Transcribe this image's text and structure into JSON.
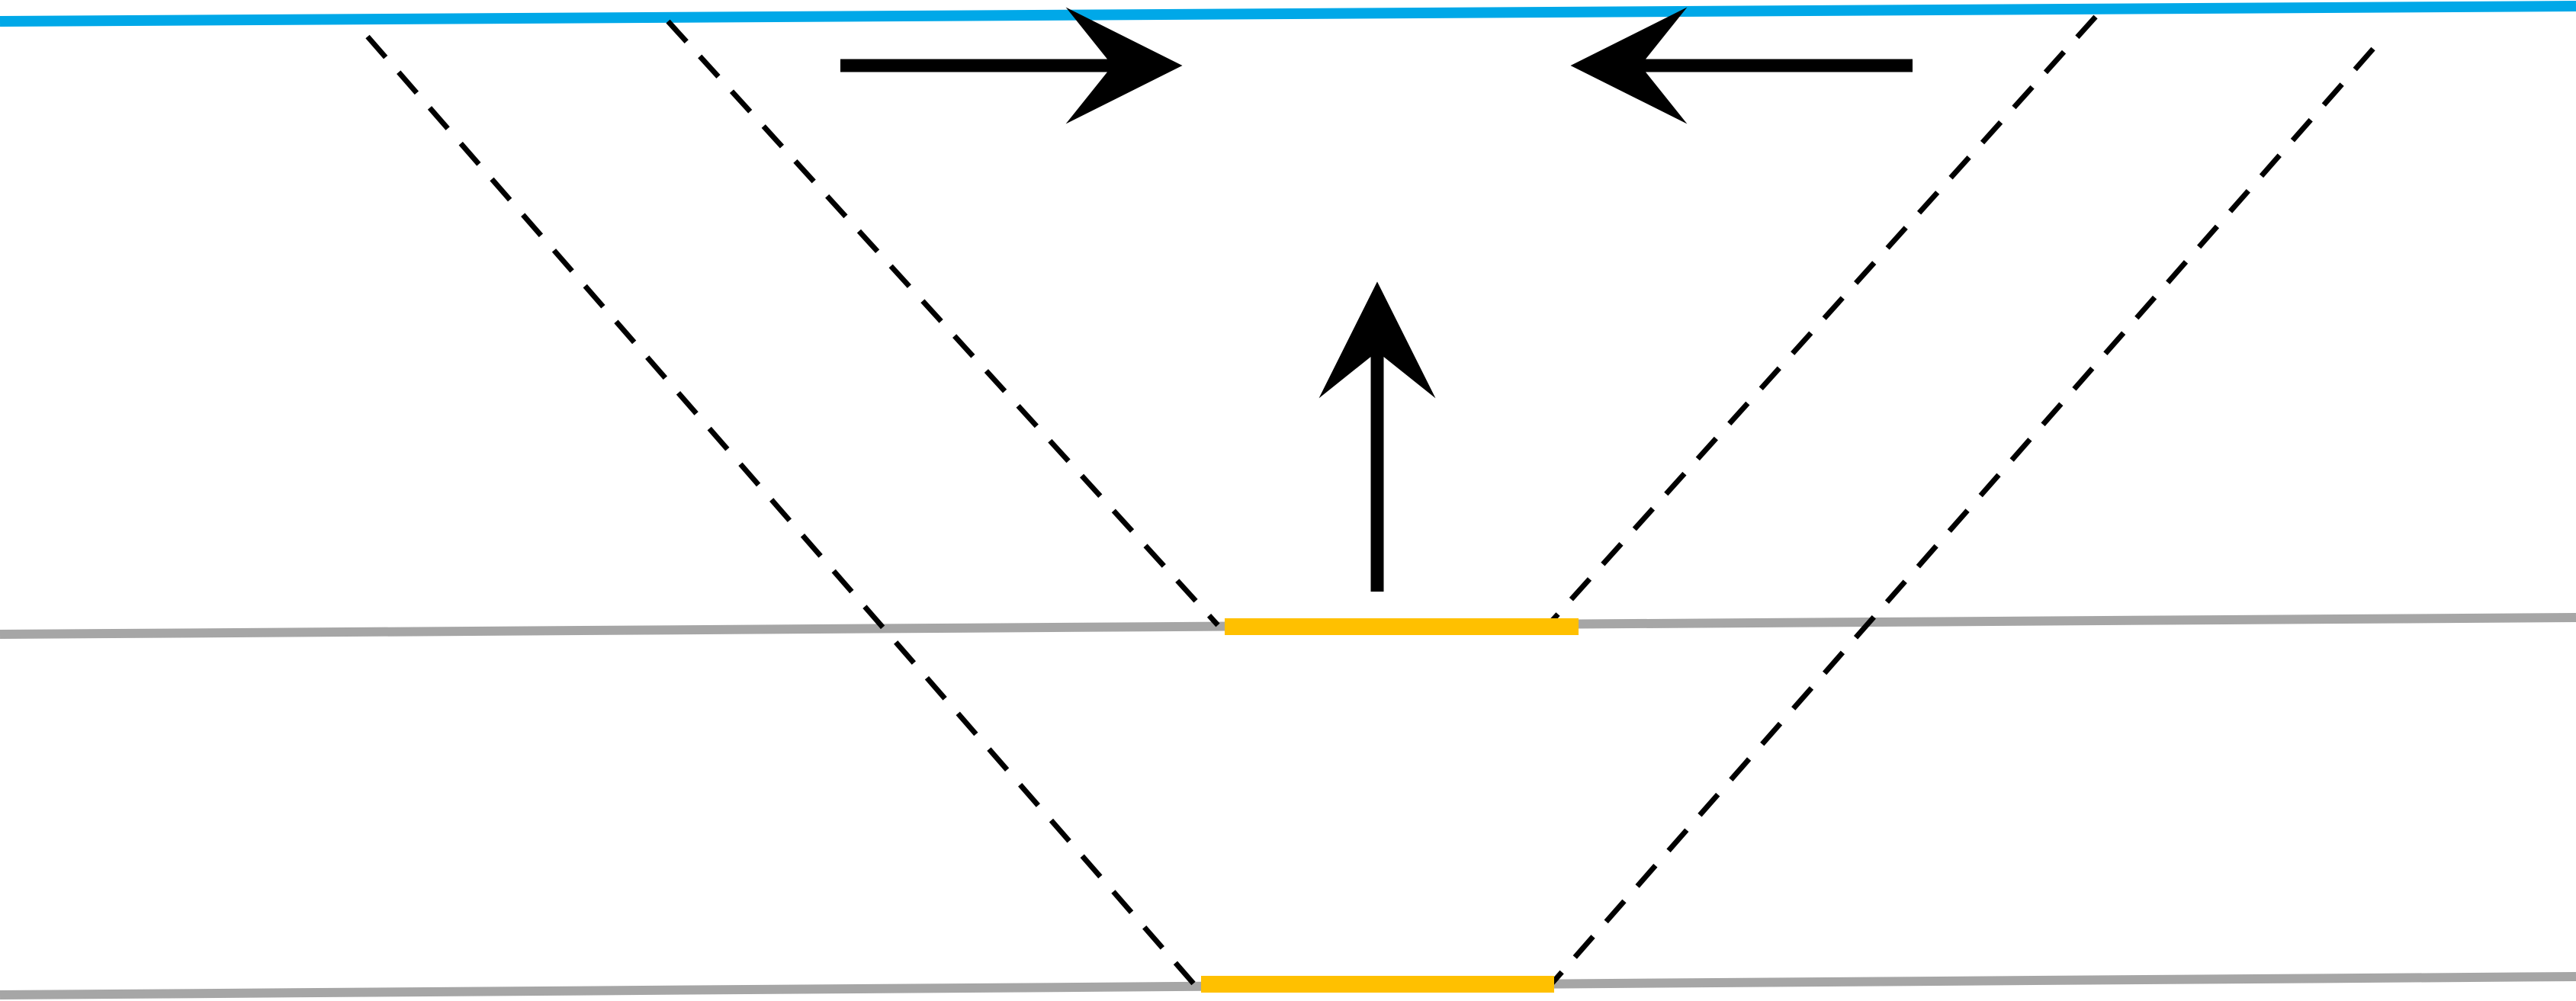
{
  "diagram": {
    "background": "#ffffff",
    "surface_color": "#00a8e8",
    "layer_color": "#a6a6a6",
    "segment_color": "#ffc000",
    "ray_color": "#000000",
    "arrow_color": "#000000",
    "layers": [
      "upper-layer-interface",
      "lower-layer-interface"
    ],
    "segments": [
      "upper-segment",
      "lower-segment"
    ],
    "rays": [
      "outer-left-ray",
      "inner-left-ray",
      "inner-right-ray",
      "outer-right-ray"
    ],
    "arrows": [
      "right-pointing-arrow",
      "left-pointing-arrow",
      "up-pointing-arrow"
    ]
  }
}
